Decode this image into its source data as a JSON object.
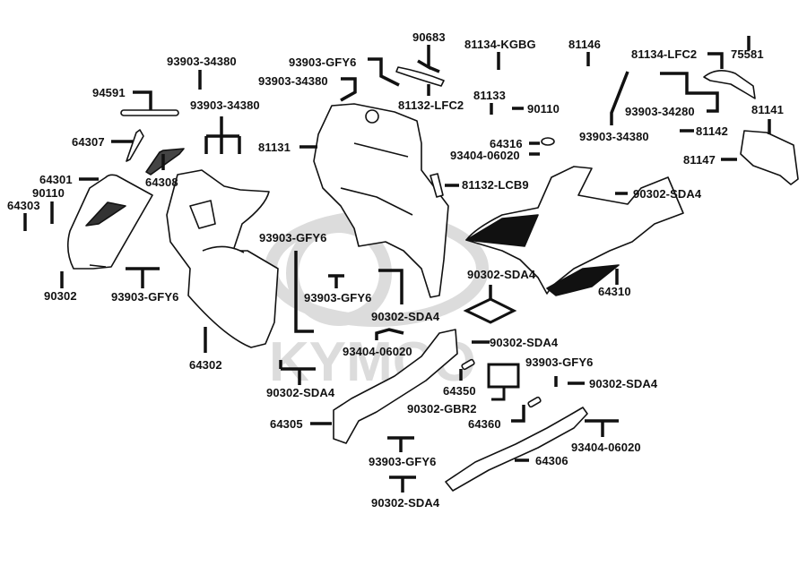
{
  "diagram": {
    "title": "KYMCO body cover exploded parts diagram",
    "watermark": "KYMCO",
    "colors": {
      "line": "#111111",
      "fill": "#ffffff",
      "watermark": "#dcdcdc",
      "dark_panel": "#111111"
    },
    "labels": [
      {
        "id": "l1",
        "text": "93903-34380",
        "part": "screw"
      },
      {
        "id": "l2",
        "text": "94591",
        "part": "clip-strip"
      },
      {
        "id": "l3",
        "text": "93903-34380",
        "part": "screw-set"
      },
      {
        "id": "l4",
        "text": "64307",
        "part": "bracket"
      },
      {
        "id": "l5",
        "text": "64308",
        "part": "mesh-bracket"
      },
      {
        "id": "l6",
        "text": "64301",
        "part": "front-cover"
      },
      {
        "id": "l7",
        "text": "90110",
        "part": "bolt"
      },
      {
        "id": "l8",
        "text": "64303",
        "part": "nut"
      },
      {
        "id": "l9",
        "text": "90302",
        "part": "screw"
      },
      {
        "id": "l10",
        "text": "93903-GFY6",
        "part": "screw-pair"
      },
      {
        "id": "l11",
        "text": "64302",
        "part": "front-lower-cover"
      },
      {
        "id": "l12",
        "text": "93903-GFY6",
        "part": "screw"
      },
      {
        "id": "l13",
        "text": "93903-34380",
        "part": "screw"
      },
      {
        "id": "l14",
        "text": "90683",
        "part": "clip"
      },
      {
        "id": "l15",
        "text": "81132-LFC2",
        "part": "trim"
      },
      {
        "id": "l16",
        "text": "81131",
        "part": "inner-cover"
      },
      {
        "id": "l17",
        "text": "81134-KGBG",
        "part": "hook"
      },
      {
        "id": "l18",
        "text": "81133",
        "part": "clip"
      },
      {
        "id": "l19",
        "text": "90110",
        "part": "bolt"
      },
      {
        "id": "l20",
        "text": "64316",
        "part": "cap"
      },
      {
        "id": "l21",
        "text": "93404-06020",
        "part": "screw"
      },
      {
        "id": "l22",
        "text": "81132-LCB9",
        "part": "trim"
      },
      {
        "id": "l23",
        "text": "81146",
        "part": "cable"
      },
      {
        "id": "l24",
        "text": "81134-LFC2",
        "part": "handle"
      },
      {
        "id": "l25",
        "text": "75581",
        "part": "clip"
      },
      {
        "id": "l26",
        "text": "93903-34280",
        "part": "screw"
      },
      {
        "id": "l27",
        "text": "93903-34380",
        "part": "screw"
      },
      {
        "id": "l28",
        "text": "81142",
        "part": "clip"
      },
      {
        "id": "l29",
        "text": "81141",
        "part": "box-lid"
      },
      {
        "id": "l30",
        "text": "81147",
        "part": "rod"
      },
      {
        "id": "l31",
        "text": "90302-SDA4",
        "part": "screw"
      },
      {
        "id": "l32",
        "text": "93903-GFY6",
        "part": "screw"
      },
      {
        "id": "l33",
        "text": "93903-GFY6",
        "part": "screw"
      },
      {
        "id": "l34",
        "text": "90302-SDA4",
        "part": "screw"
      },
      {
        "id": "l35",
        "text": "90302-SDA4",
        "part": "screw-set"
      },
      {
        "id": "l36",
        "text": "64310",
        "part": "floor-panel"
      },
      {
        "id": "l37",
        "text": "93404-06020",
        "part": "screw"
      },
      {
        "id": "l38",
        "text": "90302-SDA4",
        "part": "screw"
      },
      {
        "id": "l39",
        "text": "90302-SDA4",
        "part": "screw-pair"
      },
      {
        "id": "l40",
        "text": "93903-GFY6",
        "part": "screw"
      },
      {
        "id": "l41",
        "text": "90302-SDA4",
        "part": "screw"
      },
      {
        "id": "l42",
        "text": "64350",
        "part": "cap"
      },
      {
        "id": "l43",
        "text": "90302-GBR2",
        "part": "screw-set"
      },
      {
        "id": "l44",
        "text": "64360",
        "part": "cap"
      },
      {
        "id": "l45",
        "text": "64305",
        "part": "side-cover-left"
      },
      {
        "id": "l46",
        "text": "93404-06020",
        "part": "screw-pair"
      },
      {
        "id": "l47",
        "text": "64306",
        "part": "side-cover-right"
      },
      {
        "id": "l48",
        "text": "93903-GFY6",
        "part": "screw-pair"
      },
      {
        "id": "l49",
        "text": "90302-SDA4",
        "part": "screw-pair"
      }
    ]
  }
}
